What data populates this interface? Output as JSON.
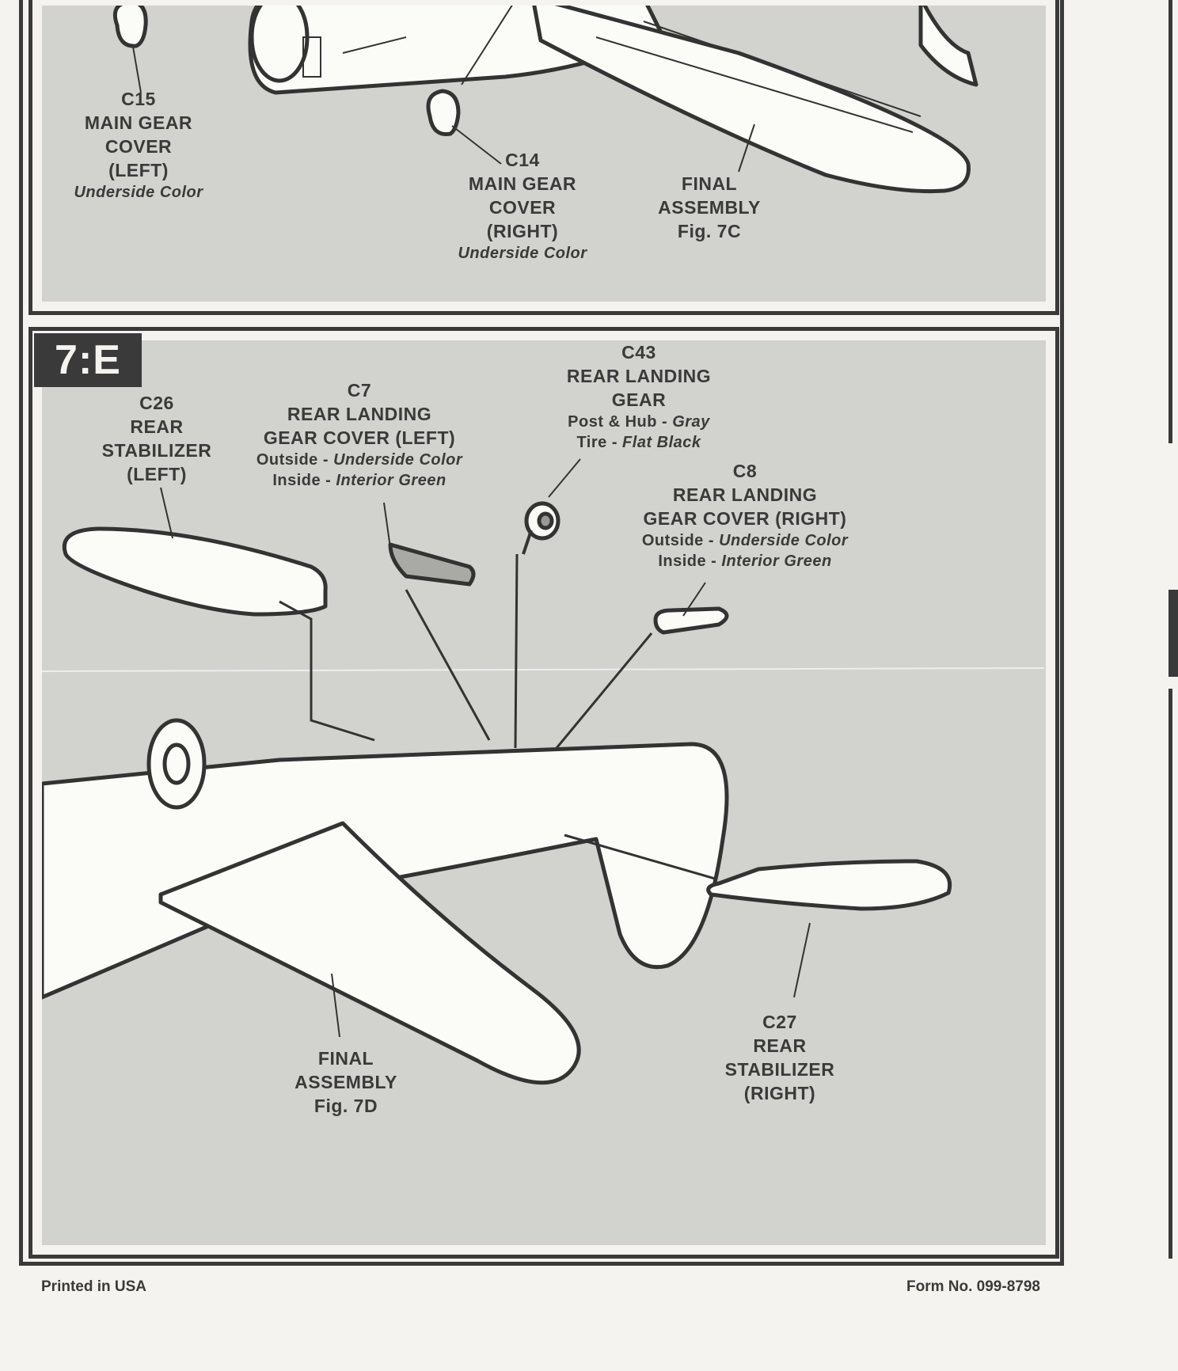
{
  "document": {
    "step": "7:E",
    "footer_left": "Printed in USA",
    "footer_right": "Form No. 099-8798"
  },
  "top_panel": {
    "labels": [
      {
        "id": "c15",
        "lines": [
          "C15",
          "MAIN GEAR",
          "COVER",
          "(LEFT)"
        ],
        "paint": [
          {
            "part": "",
            "color": "Underside Color"
          }
        ]
      },
      {
        "id": "c14",
        "lines": [
          "C14",
          "MAIN GEAR",
          "COVER",
          "(RIGHT)"
        ],
        "paint": [
          {
            "part": "",
            "color": "Underside Color"
          }
        ]
      },
      {
        "id": "final-7c",
        "lines": [
          "FINAL",
          "ASSEMBLY",
          "Fig. 7C"
        ],
        "paint": []
      }
    ]
  },
  "bottom_panel": {
    "labels": [
      {
        "id": "c26",
        "lines": [
          "C26",
          "REAR",
          "STABILIZER",
          "(LEFT)"
        ],
        "paint": []
      },
      {
        "id": "c7",
        "lines": [
          "C7",
          "REAR LANDING",
          "GEAR COVER (LEFT)"
        ],
        "paint": [
          {
            "part": "Outside - ",
            "color": "Underside Color"
          },
          {
            "part": "Inside - ",
            "color": "Interior Green"
          }
        ]
      },
      {
        "id": "c43",
        "lines": [
          "C43",
          "REAR LANDING",
          "GEAR"
        ],
        "paint": [
          {
            "part": "Post & Hub - ",
            "color": "Gray"
          },
          {
            "part": "Tire - ",
            "color": "Flat Black"
          }
        ]
      },
      {
        "id": "c8",
        "lines": [
          "C8",
          "REAR LANDING",
          "GEAR COVER (RIGHT)"
        ],
        "paint": [
          {
            "part": "Outside - ",
            "color": "Underside Color"
          },
          {
            "part": "Inside - ",
            "color": "Interior Green"
          }
        ]
      },
      {
        "id": "final-7d",
        "lines": [
          "FINAL",
          "ASSEMBLY",
          "Fig. 7D"
        ],
        "paint": []
      },
      {
        "id": "c27",
        "lines": [
          "C27",
          "REAR",
          "STABILIZER",
          "(RIGHT)"
        ],
        "paint": []
      }
    ]
  }
}
